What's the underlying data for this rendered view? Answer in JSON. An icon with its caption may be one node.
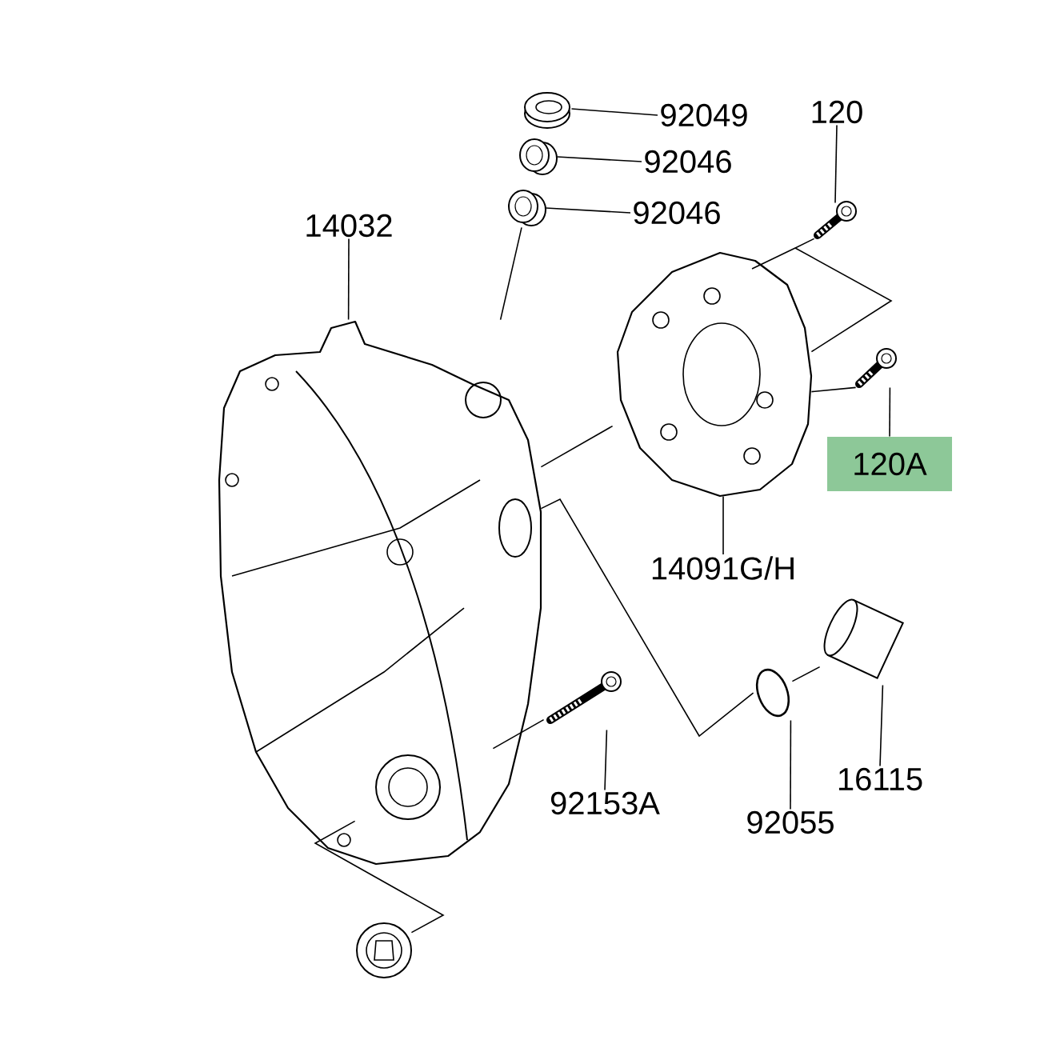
{
  "diagram": {
    "nodes": [
      {
        "text": [
          "92049"
        ]
      },
      {
        "text": [
          "92046"
        ]
      },
      {
        "text": [
          "92046"
        ]
      },
      {
        "text": [
          "120"
        ]
      },
      {
        "text": [
          "14032"
        ]
      },
      {
        "text": [
          "120A"
        ]
      },
      {
        "text": [
          "14091G/H"
        ]
      },
      {
        "text": [
          "92153A"
        ]
      },
      {
        "text": [
          "92055"
        ]
      },
      {
        "text": [
          "16115"
        ]
      },
      {
        "text": [],
        "shape": "picture"
      },
      {
        "text": [],
        "shape": "picture"
      },
      {
        "text": [],
        "shape": "picture"
      },
      {
        "text": [],
        "shape": "picture"
      },
      {
        "text": [],
        "shape": "picture"
      },
      {
        "text": [],
        "shape": "picture"
      },
      {
        "text": [],
        "shape": "picture"
      },
      {
        "text": [],
        "shape": "picture"
      },
      {
        "text": [],
        "shape": "picture"
      },
      {
        "text": [],
        "shape": "picture"
      },
      {
        "text": [],
        "shape": "picture"
      }
    ],
    "edges": [
      {
        "from": 0,
        "to": 10,
        "arrow": "none"
      },
      {
        "from": 1,
        "to": 11,
        "arrow": "none"
      },
      {
        "from": 2,
        "to": 12,
        "arrow": "none"
      },
      {
        "from": 3,
        "to": 13,
        "arrow": "none"
      },
      {
        "from": 4,
        "to": 14,
        "arrow": "none"
      },
      {
        "from": 5,
        "to": 15,
        "arrow": "none"
      },
      {
        "from": 6,
        "to": 16,
        "arrow": "none"
      },
      {
        "from": 7,
        "to": 17,
        "arrow": "none"
      },
      {
        "from": 8,
        "to": 18,
        "arrow": "none"
      },
      {
        "from": 9,
        "to": 19,
        "arrow": "none"
      },
      {
        "from": 12,
        "to": 14,
        "arrow": "none"
      },
      {
        "from": 13,
        "to": 16,
        "arrow": "none"
      },
      {
        "from": 15,
        "to": 16,
        "arrow": "none"
      },
      {
        "from": 16,
        "to": 14,
        "arrow": "none"
      },
      {
        "from": 17,
        "to": 14,
        "arrow": "none"
      },
      {
        "from": 18,
        "to": 14,
        "arrow": "none"
      },
      {
        "from": 19,
        "to": 18,
        "arrow": "none"
      },
      {
        "from": 20,
        "to": 14,
        "arrow": "none"
      }
    ]
  }
}
